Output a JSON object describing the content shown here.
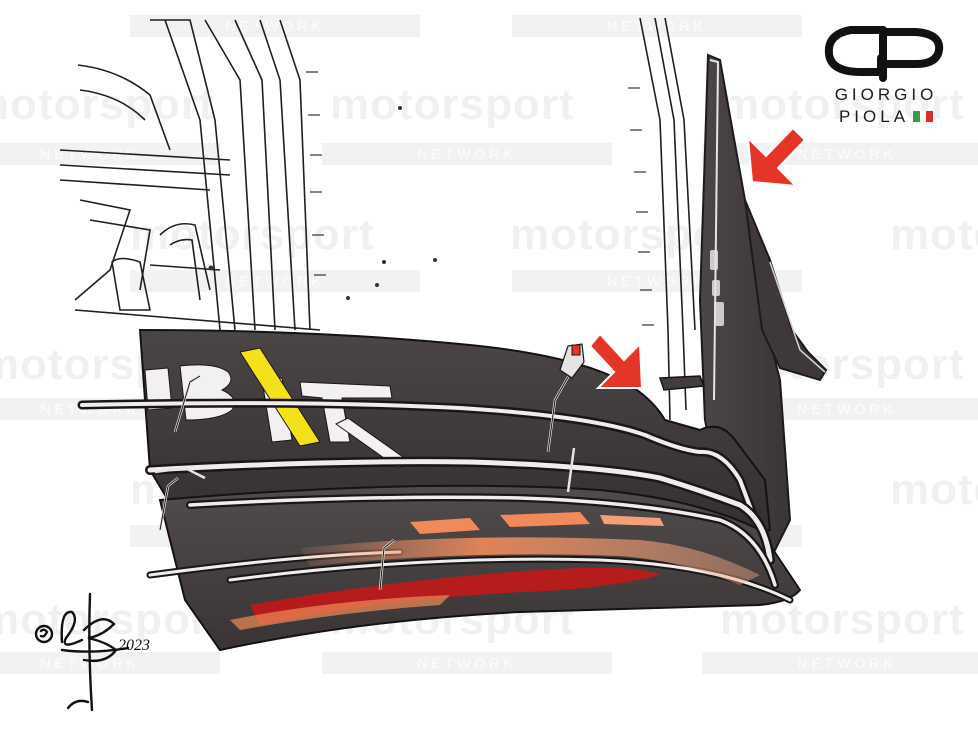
{
  "watermark": {
    "brand": "motorsport",
    "sub": "NETWORK"
  },
  "credit": {
    "line1": "GIORGIO",
    "line2": "PIOLA",
    "flag_colors": [
      "#2e9e48",
      "#ffffff",
      "#d6302a"
    ]
  },
  "signature": {
    "year": "2023"
  },
  "colors": {
    "floor_dark": "#3b3536",
    "floor_mid": "#4a4445",
    "arrow_red": "#e53529",
    "accent_yellow": "#f3e21a",
    "glow_orange": "#f08a5a",
    "glow_red": "#c21818"
  },
  "icons": {
    "arrow_1": "red-arrow-icon",
    "arrow_2": "red-arrow-icon"
  }
}
